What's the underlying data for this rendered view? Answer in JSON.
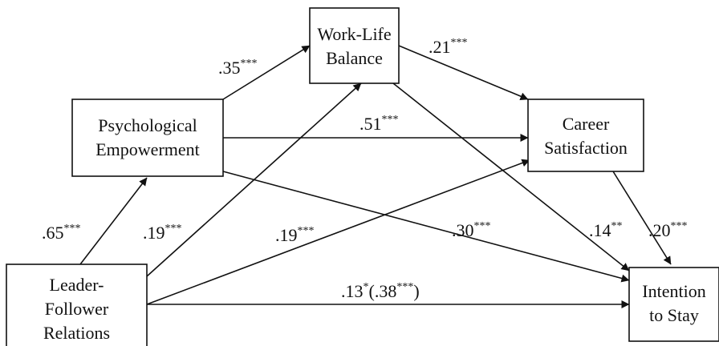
{
  "nodes": {
    "wlb": [
      "Work-Life",
      "Balance"
    ],
    "pe": [
      "Psychological",
      "Empowerment"
    ],
    "cs": [
      "Career",
      "Satisfaction"
    ],
    "lfr": [
      "Leader-",
      "Follower",
      "Relations"
    ],
    "its": [
      "Intention",
      "to Stay"
    ]
  },
  "paths": {
    "pe_wlb": {
      "value": ".35",
      "sig": "***"
    },
    "wlb_cs": {
      "value": ".21",
      "sig": "***"
    },
    "pe_cs": {
      "value": ".51",
      "sig": "***"
    },
    "lfr_pe": {
      "value": ".65",
      "sig": "***"
    },
    "lfr_wlb": {
      "value": ".19",
      "sig": "***"
    },
    "lfr_cs": {
      "value": ".19",
      "sig": "***"
    },
    "pe_its": {
      "value": ".30",
      "sig": "***"
    },
    "wlb_its": {
      "value": ".14",
      "sig": "**"
    },
    "cs_its": {
      "value": ".20",
      "sig": "***"
    },
    "lfr_its": {
      "value": ".13",
      "sig": "*",
      "total_prefix": "(.38",
      "total_sig": "***",
      "total_suffix": ")"
    }
  },
  "colors": {
    "stroke": "#111111",
    "background": "#ffffff"
  }
}
